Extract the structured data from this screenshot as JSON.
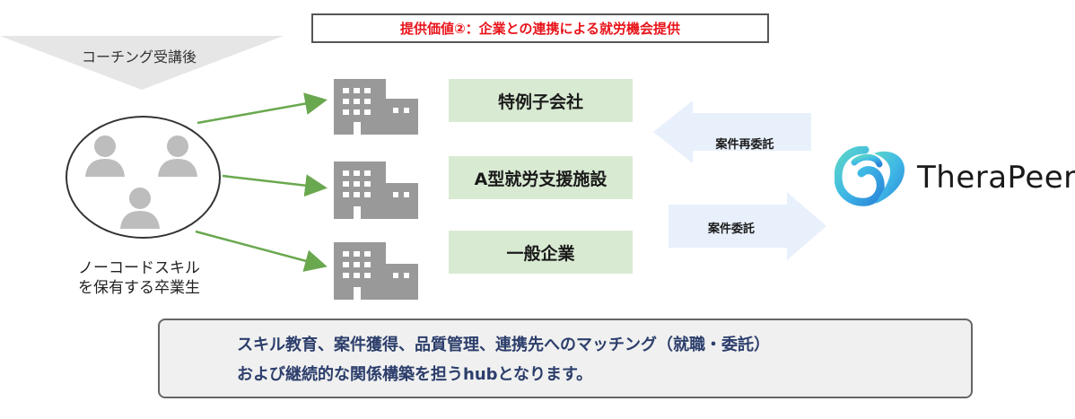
{
  "header": {
    "title": "提供価値②：企業との連携による就労機会提供"
  },
  "left": {
    "coaching_label": "コーチング受講後",
    "graduate_label_line1": "ノーコードスキル",
    "graduate_label_line2": "を保有する卒業生"
  },
  "companies": [
    {
      "label": "特例子会社"
    },
    {
      "label": "A型就労支援施設"
    },
    {
      "label": "一般企業"
    }
  ],
  "arrows": {
    "to_companies": "案件再委託",
    "from_companies": "案件委託"
  },
  "brand": {
    "name": "TheraPeer"
  },
  "summary": {
    "line1": "スキル教育、案件獲得、品質管理、連携先へのマッチング（就職・委託）",
    "line2": "および継続的な関係構築を担うhubとなります。"
  },
  "colors": {
    "title_text": "#e8141b",
    "green_arrow": "#6aa84f",
    "company_label_bg": "#d9ead3",
    "blue_arrow": "#e8f0fb",
    "building": "#999999",
    "summary_text": "#2c3e6b"
  }
}
